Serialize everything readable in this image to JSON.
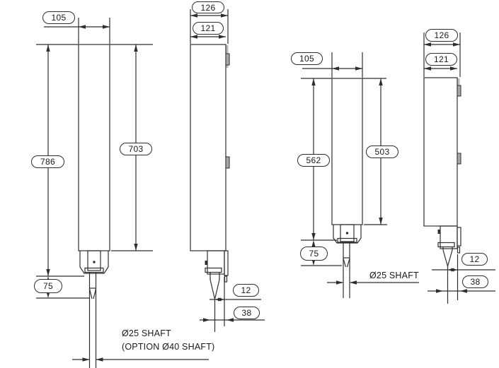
{
  "drawing_title": "column shaft dimension drawing",
  "views": {
    "front_left": {
      "width": "105",
      "overall_height": "786",
      "body_height": "703",
      "stroke": "75",
      "shaft_note_line1": "Ø25 SHAFT",
      "shaft_note_line2": "(OPTION Ø40 SHAFT)"
    },
    "side_left": {
      "overall_depth": "126",
      "body_depth": "121",
      "offset_small": "12",
      "offset_large": "38"
    },
    "front_right": {
      "width": "105",
      "overall_height": "562",
      "body_height": "503",
      "stroke": "75",
      "shaft_note": "Ø25 SHAFT"
    },
    "side_right": {
      "overall_depth": "126",
      "body_depth": "121",
      "offset_small": "12",
      "offset_large": "38"
    }
  },
  "colors": {
    "line": "#2e2e2e",
    "text": "#1a1a1a",
    "tab_fill": "#a8a8a8"
  }
}
